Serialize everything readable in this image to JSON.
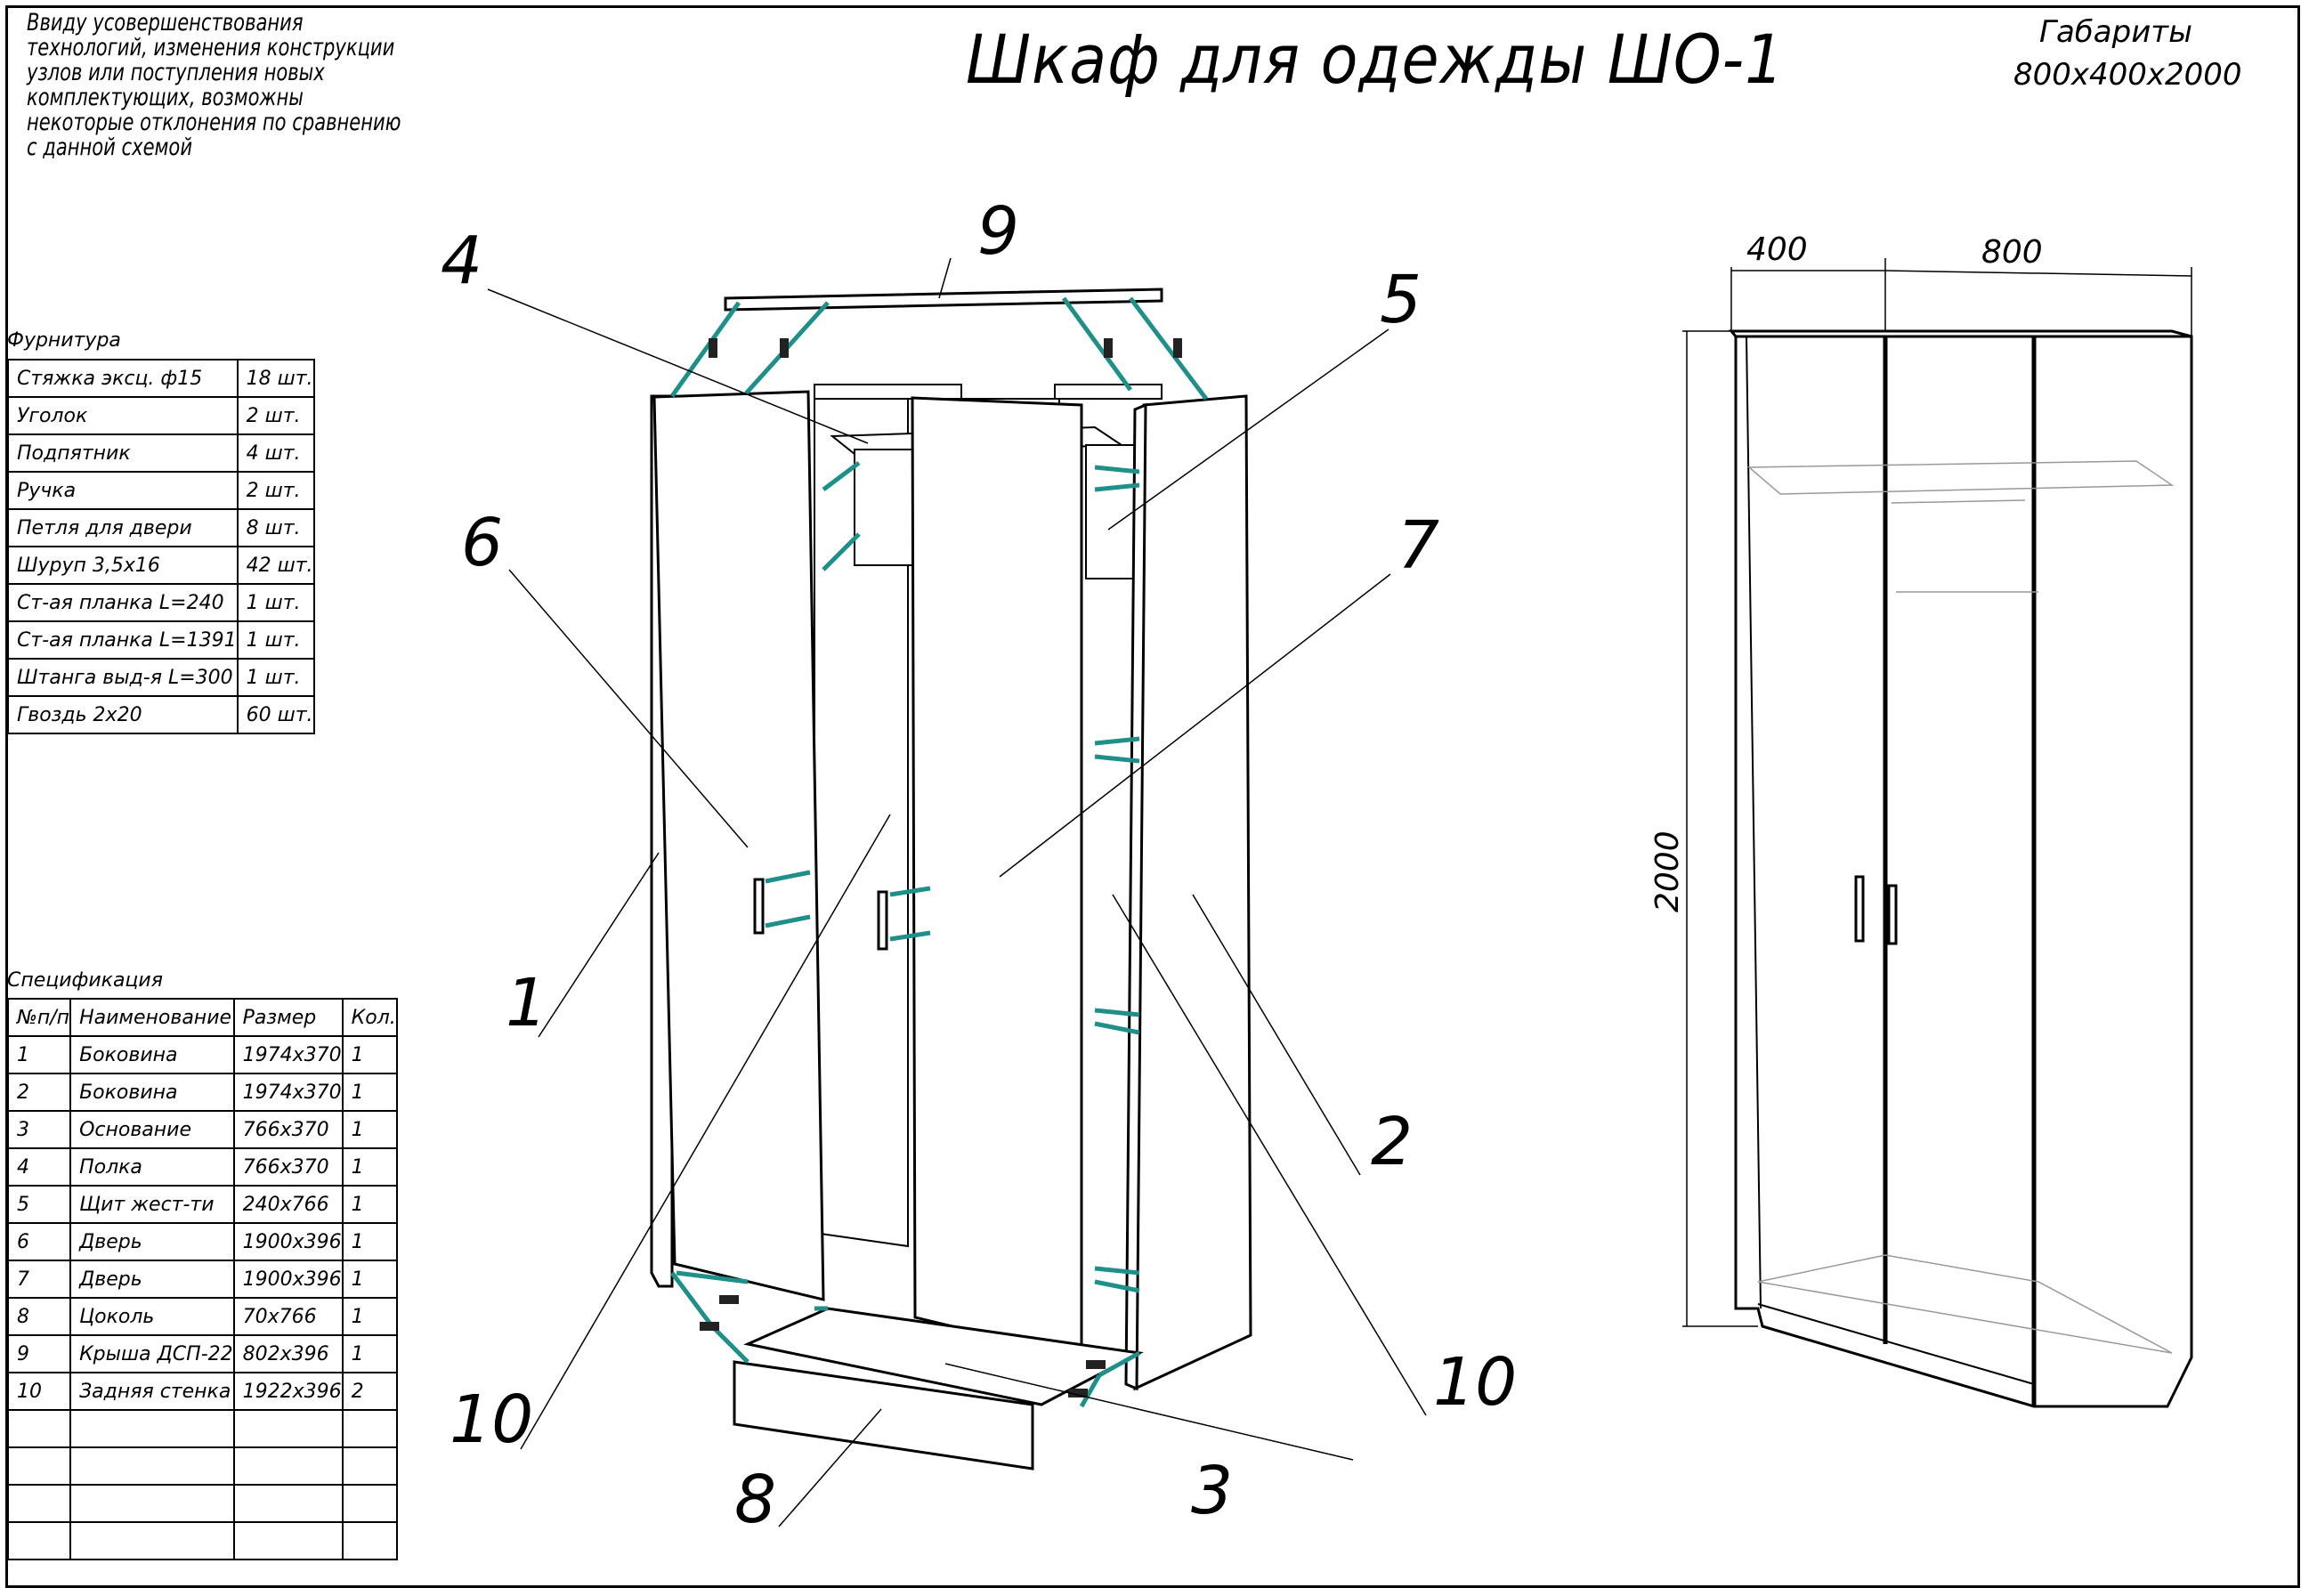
{
  "note": "Ввиду усовершенствования технологий, изменения конструкции узлов или поступления новых комплектующих, возможны некоторые отклонения по сравнению с данной схемой",
  "title": "Шкаф для одежды ШО-1",
  "dimensions": {
    "label": "Габариты",
    "value": "800х400х2000",
    "depth": "400",
    "width": "800",
    "height": "2000"
  },
  "hardware": {
    "caption": "Фурнитура",
    "rows": [
      {
        "name": "Стяжка эксц. ф15",
        "qty": "18 шт."
      },
      {
        "name": "Уголок",
        "qty": "2 шт."
      },
      {
        "name": "Подпятник",
        "qty": "4 шт."
      },
      {
        "name": "Ручка",
        "qty": "2 шт."
      },
      {
        "name": "Петля для  двери",
        "qty": "8 шт."
      },
      {
        "name": "Шуруп 3,5х16",
        "qty": "42 шт."
      },
      {
        "name": "Ст-ая планка L=240",
        "qty": "1 шт."
      },
      {
        "name": "Ст-ая планка L=1391",
        "qty": "1 шт."
      },
      {
        "name": "Штанга выд-я L=300",
        "qty": "1 шт."
      },
      {
        "name": "Гвоздь 2х20",
        "qty": "60 шт."
      }
    ]
  },
  "spec": {
    "caption": "Спецификация",
    "headers": [
      "№п/п",
      "Наименование",
      "Размер",
      "Кол."
    ],
    "rows": [
      [
        "1",
        "Боковина",
        "1974х370",
        "1"
      ],
      [
        "2",
        "Боковина",
        "1974х370",
        "1"
      ],
      [
        "3",
        "Основание",
        "766х370",
        "1"
      ],
      [
        "4",
        "Полка",
        "766х370",
        "1"
      ],
      [
        "5",
        "Щит жест-ти",
        "240х766",
        "1"
      ],
      [
        "6",
        "Дверь",
        "1900х396",
        "1"
      ],
      [
        "7",
        "Дверь",
        "1900х396",
        "1"
      ],
      [
        "8",
        "Цоколь",
        "70х766",
        "1"
      ],
      [
        "9",
        "Крыша ДСП-22",
        "802х396",
        "1"
      ],
      [
        "10",
        "Задняя стенка",
        "1922х396",
        "2"
      ],
      [
        "",
        "",
        "",
        ""
      ],
      [
        "",
        "",
        "",
        ""
      ],
      [
        "",
        "",
        "",
        ""
      ],
      [
        "",
        "",
        "",
        ""
      ]
    ]
  },
  "callouts": {
    "c1": "1",
    "c2": "2",
    "c3": "3",
    "c4": "4",
    "c5": "5",
    "c6": "6",
    "c7": "7",
    "c8": "8",
    "c9": "9",
    "c10a": "10",
    "c10b": "10"
  },
  "colors": {
    "line": "#000000",
    "fastener": "#1f8f8a",
    "thin": "#8a8a8a"
  }
}
